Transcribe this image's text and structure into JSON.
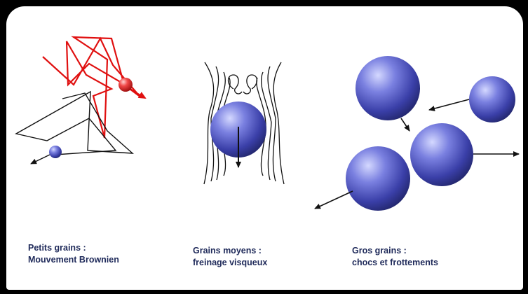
{
  "colors": {
    "background": "#000000",
    "panel": "#ffffff",
    "grain": "#3a3fa8",
    "grain_highlight": "#c8ccff",
    "brownian_red": "#e01010",
    "path_black": "#111111",
    "caption_text": "#1f2a5a"
  },
  "panels": [
    {
      "name": "small-grains",
      "caption_line1": "Petits grains :",
      "caption_line2": "Mouvement Brownien"
    },
    {
      "name": "medium-grains",
      "caption_line1": "Grains moyens :",
      "caption_line2": "freinage visqueux"
    },
    {
      "name": "large-grains",
      "caption_line1": "Gros grains :",
      "caption_line2": "chocs et frottements"
    }
  ]
}
